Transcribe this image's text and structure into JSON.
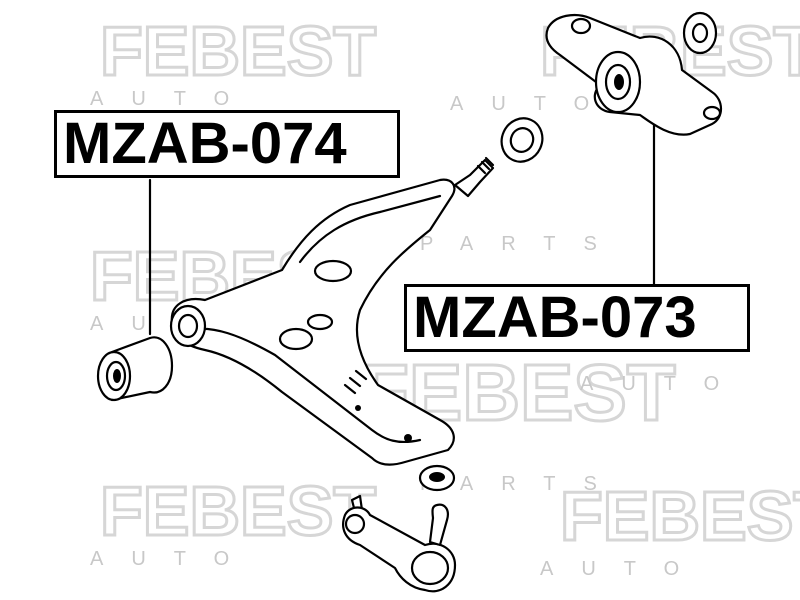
{
  "watermark": {
    "brand": "FEBEST",
    "auto": "AUTO",
    "parts": "PARTS"
  },
  "labels": {
    "rear_bushing": "MZAB-074",
    "front_bushing": "MZAB-073"
  }
}
